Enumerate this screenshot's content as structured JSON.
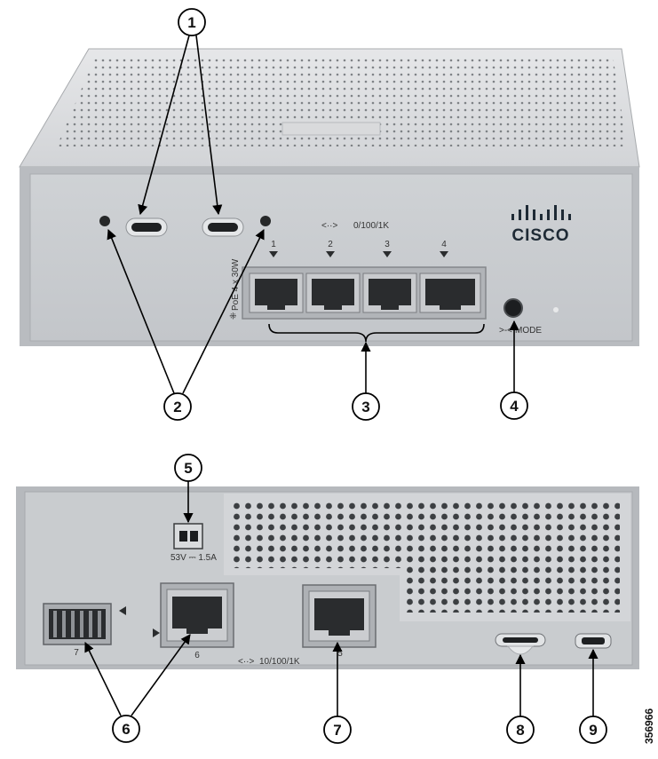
{
  "figure_id": "356966",
  "front_panel": {
    "speed_label": "0/100/1K",
    "port_numbers": [
      "1",
      "2",
      "3",
      "4"
    ],
    "poe_label": "PoE 4 x 30W",
    "mode_label": "MODE",
    "brand": "CISCO"
  },
  "rear_panel": {
    "power_label": "53V ⎓ 1.5A",
    "speed_label": "10/100/1K",
    "sfp_port_number": "7",
    "rj45_port_number": "6",
    "uplink_port_number": "5"
  },
  "callouts": [
    "1",
    "2",
    "3",
    "4",
    "5",
    "6",
    "7",
    "8",
    "9"
  ],
  "colors": {
    "chassis": "#d4d6d9",
    "panel": "#c6c9cd",
    "port_metal": "#b9bcbf",
    "port_dark": "#2a2c2e",
    "callout_stroke": "#000000"
  }
}
